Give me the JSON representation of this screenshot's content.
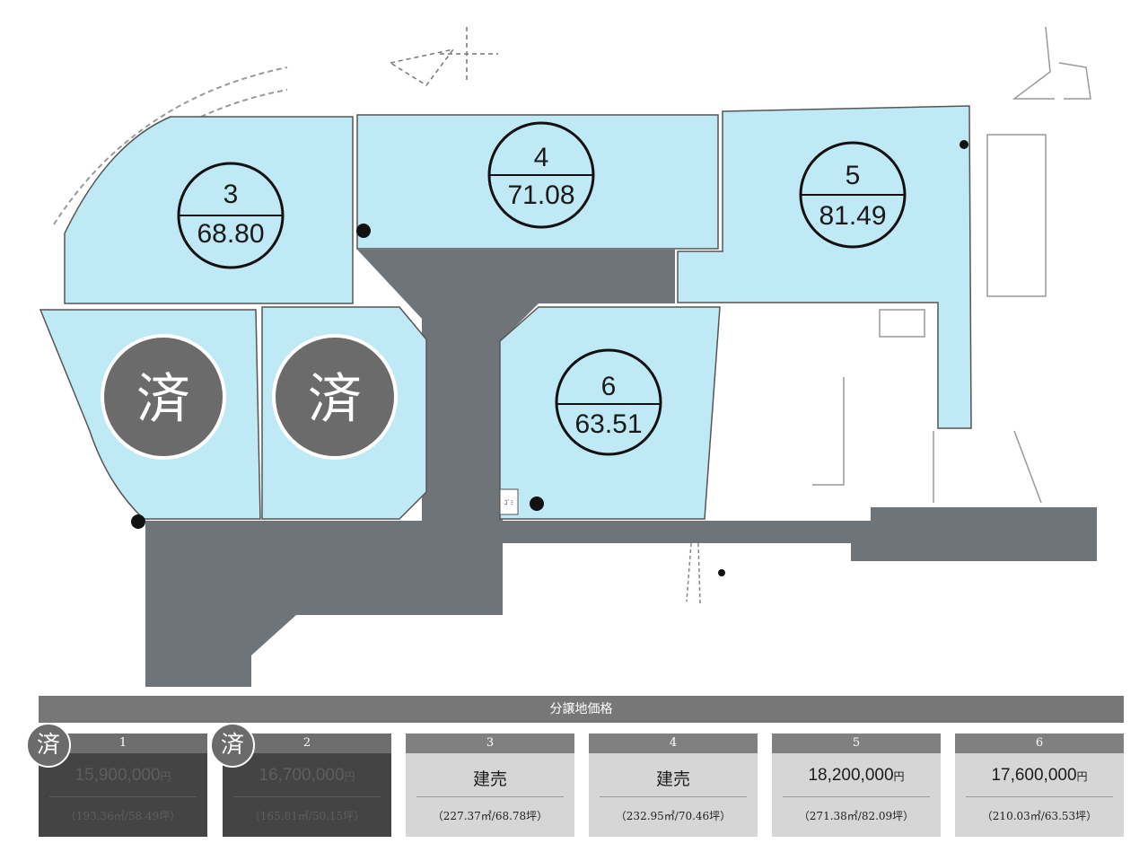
{
  "map": {
    "lots": [
      {
        "number": "3",
        "area": "68.80"
      },
      {
        "number": "4",
        "area": "71.08"
      },
      {
        "number": "5",
        "area": "81.49"
      },
      {
        "number": "6",
        "area": "63.51"
      }
    ],
    "sold_marks": [
      "済",
      "済"
    ],
    "small_sign_text": "ｺﾞﾐ"
  },
  "colors": {
    "lot_fill": "#bfe9f5",
    "road": "#6f7479",
    "sold_circle": "#6b6b6b",
    "header": "#777777"
  },
  "price_table": {
    "title": "分譲地価格",
    "cards": [
      {
        "number": "1",
        "price": "15,900,000",
        "unit": "円",
        "area": "（193.36㎡/58.49坪）",
        "sold": true,
        "badge": "済"
      },
      {
        "number": "2",
        "price": "16,700,000",
        "unit": "円",
        "area": "（165.81㎡/50.15坪）",
        "sold": true,
        "badge": "済"
      },
      {
        "number": "3",
        "price": "建売",
        "unit": "",
        "area": "（227.37㎡/68.78坪）",
        "sold": false
      },
      {
        "number": "4",
        "price": "建売",
        "unit": "",
        "area": "（232.95㎡/70.46坪）",
        "sold": false
      },
      {
        "number": "5",
        "price": "18,200,000",
        "unit": "円",
        "area": "（271.38㎡/82.09坪）",
        "sold": false
      },
      {
        "number": "6",
        "price": "17,600,000",
        "unit": "円",
        "area": "（210.03㎡/63.53坪）",
        "sold": false
      }
    ]
  }
}
